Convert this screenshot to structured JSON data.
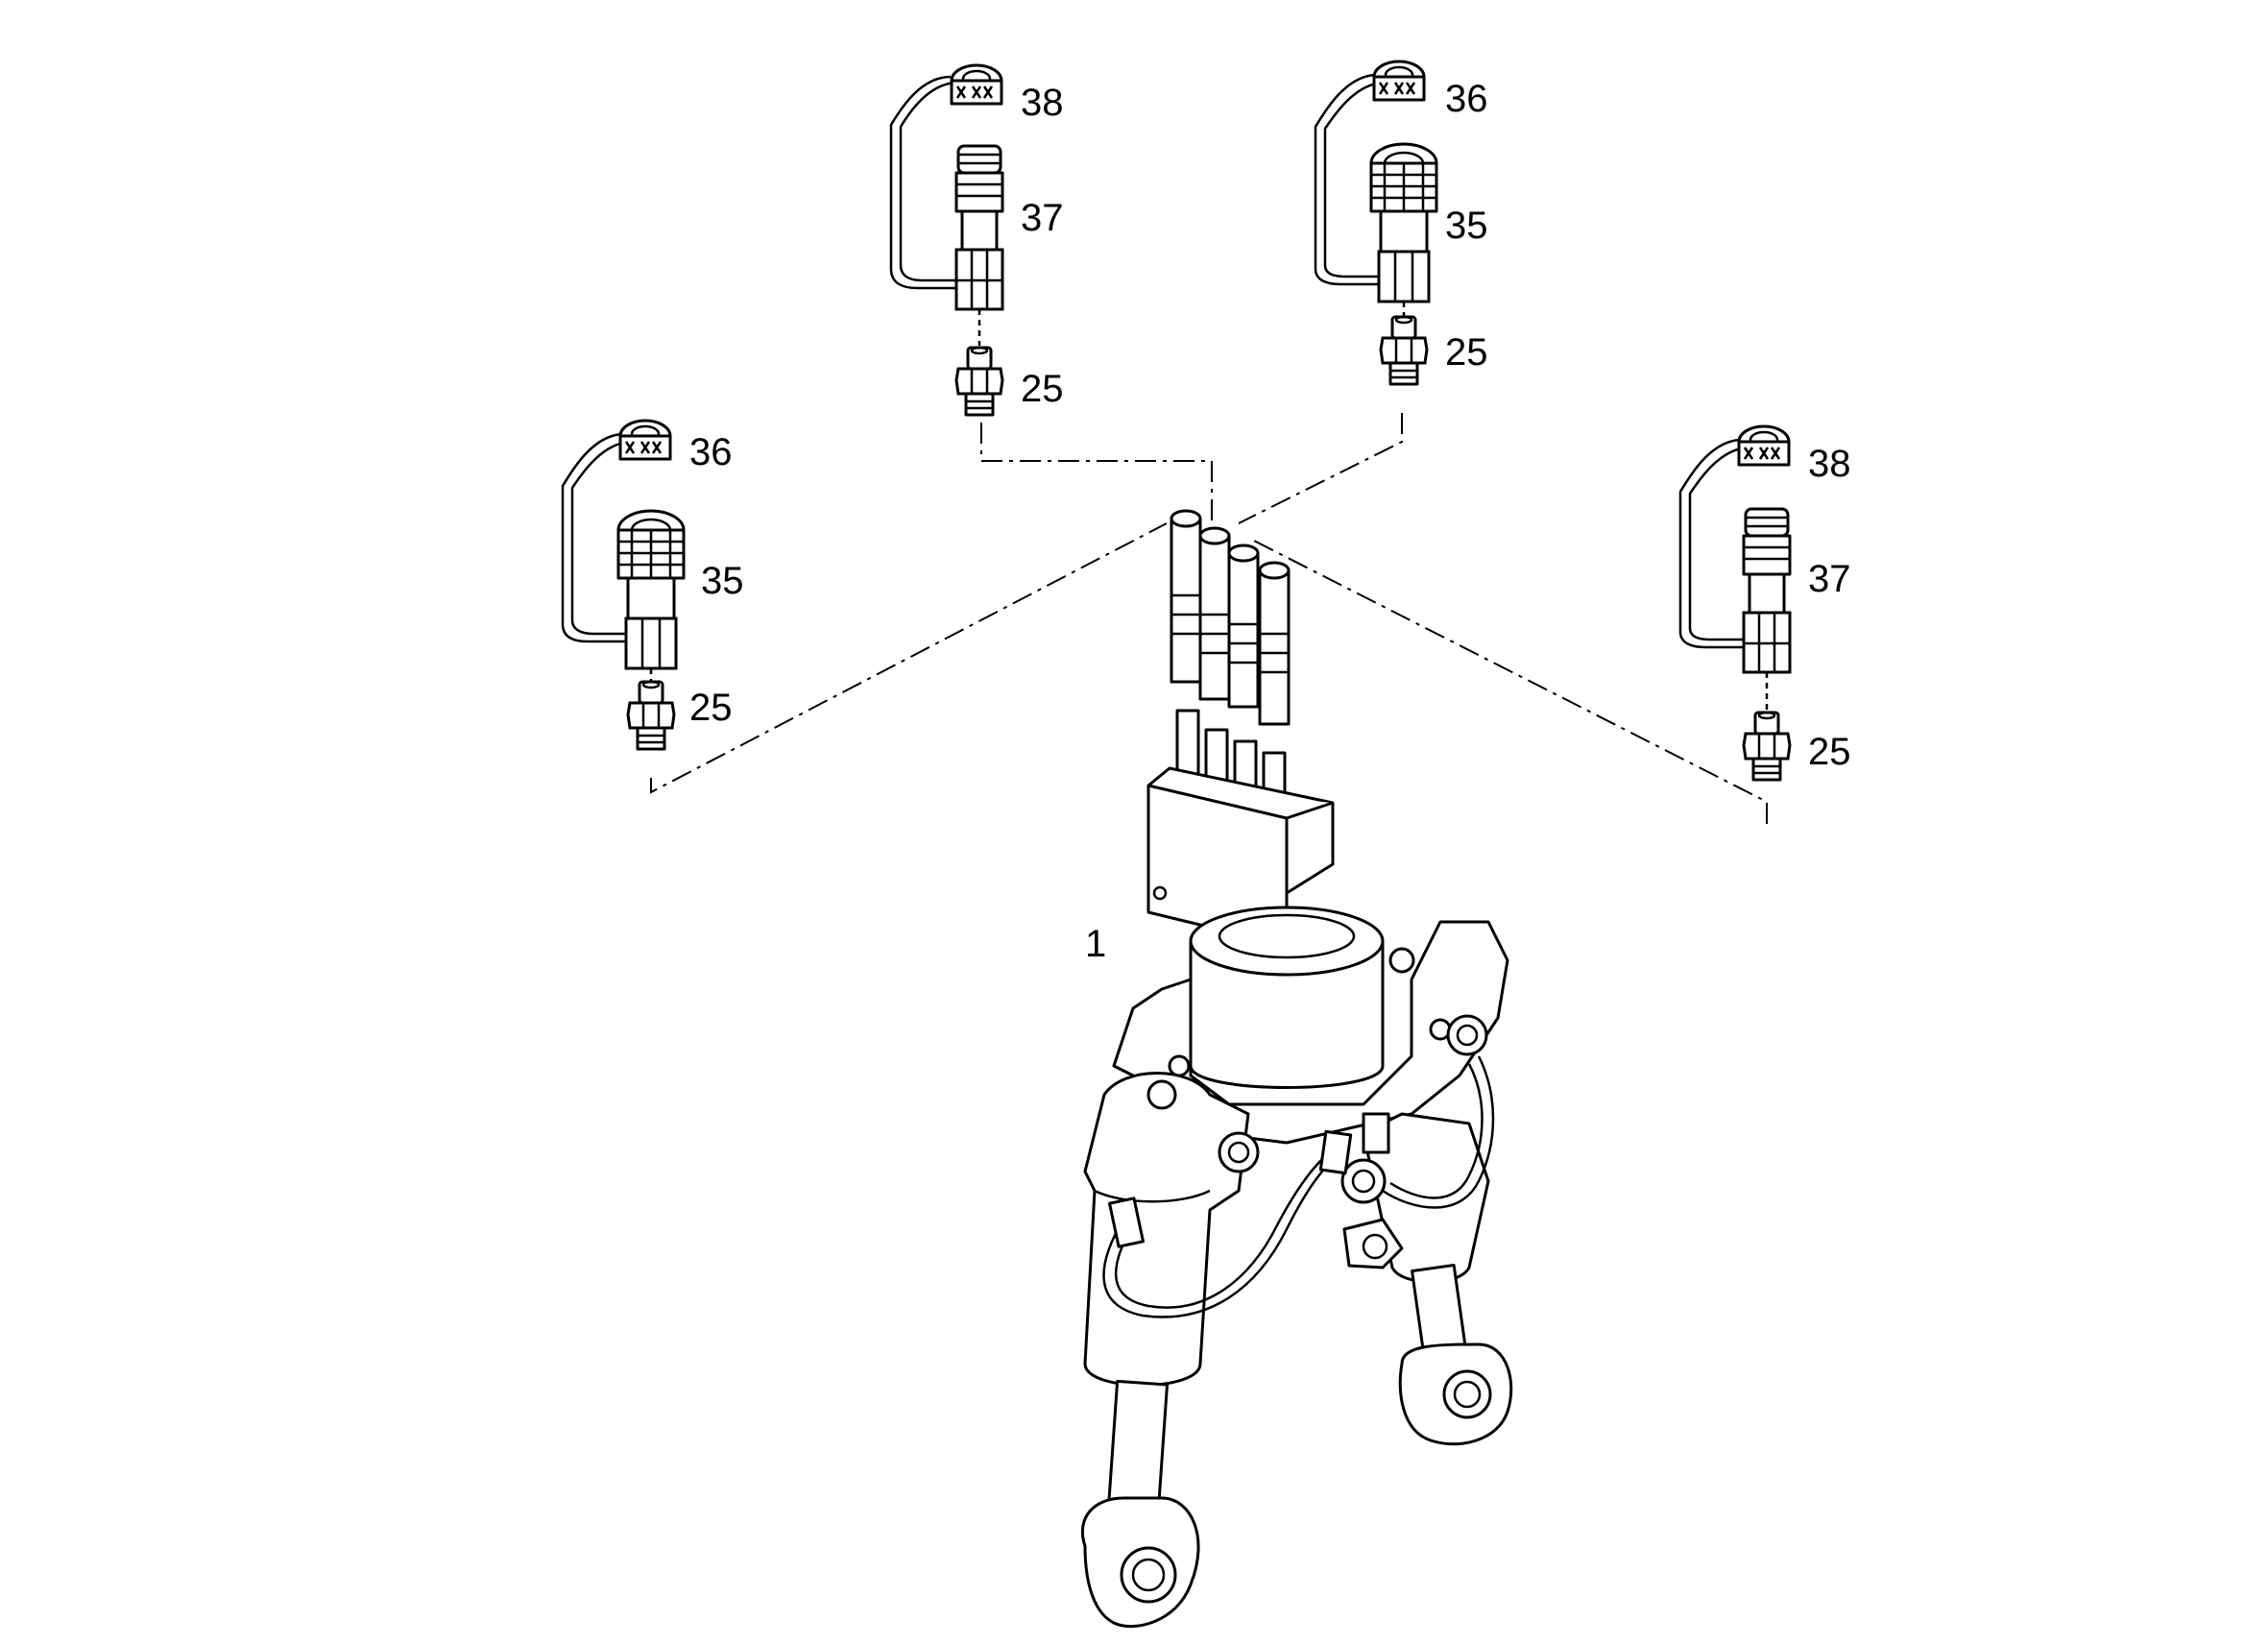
{
  "diagram": {
    "callouts": {
      "main": "1",
      "g1_cap": "38",
      "g1_coupler": "37",
      "g1_nipple": "25",
      "g2_cap": "36",
      "g2_coupler": "35",
      "g2_nipple": "25",
      "g3_cap": "36",
      "g3_coupler": "35",
      "g3_nipple": "25",
      "g4_cap": "38",
      "g4_coupler": "37",
      "g4_nipple": "25"
    }
  }
}
